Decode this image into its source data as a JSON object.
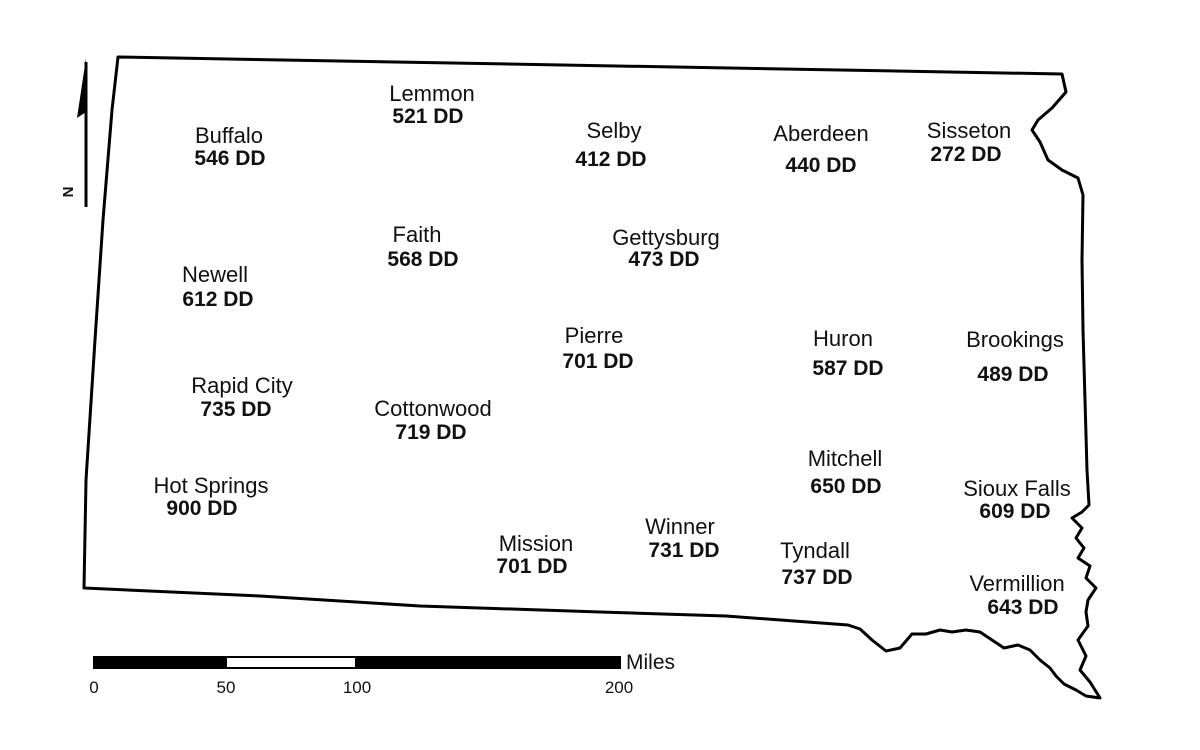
{
  "north_arrow": {
    "label": "N",
    "icon": "north-arrow-icon"
  },
  "scale_bar": {
    "ticks": [
      "0",
      "50",
      "100",
      "200"
    ],
    "unit": "Miles"
  },
  "cities": [
    {
      "id": "lemmon",
      "name": "Lemmon",
      "dd": "521 DD"
    },
    {
      "id": "buffalo",
      "name": "Buffalo",
      "dd": "546 DD"
    },
    {
      "id": "selby",
      "name": "Selby",
      "dd": "412 DD"
    },
    {
      "id": "aberdeen",
      "name": "Aberdeen",
      "dd": "440 DD"
    },
    {
      "id": "sisseton",
      "name": "Sisseton",
      "dd": "272 DD"
    },
    {
      "id": "faith",
      "name": "Faith",
      "dd": "568 DD"
    },
    {
      "id": "gettysburg",
      "name": "Gettysburg",
      "dd": "473 DD"
    },
    {
      "id": "newell",
      "name": "Newell",
      "dd": "612 DD"
    },
    {
      "id": "pierre",
      "name": "Pierre",
      "dd": "701 DD"
    },
    {
      "id": "huron",
      "name": "Huron",
      "dd": "587 DD"
    },
    {
      "id": "brookings",
      "name": "Brookings",
      "dd": "489 DD"
    },
    {
      "id": "rapid-city",
      "name": "Rapid City",
      "dd": "735 DD"
    },
    {
      "id": "cottonwood",
      "name": "Cottonwood",
      "dd": "719 DD"
    },
    {
      "id": "mitchell",
      "name": "Mitchell",
      "dd": "650 DD"
    },
    {
      "id": "hot-springs",
      "name": "Hot Springs",
      "dd": "900 DD"
    },
    {
      "id": "sioux-falls",
      "name": "Sioux Falls",
      "dd": "609 DD"
    },
    {
      "id": "mission",
      "name": "Mission",
      "dd": "701 DD"
    },
    {
      "id": "winner",
      "name": "Winner",
      "dd": "731 DD"
    },
    {
      "id": "tyndall",
      "name": "Tyndall",
      "dd": "737 DD"
    },
    {
      "id": "vermillion",
      "name": "Vermillion",
      "dd": "643 DD"
    }
  ]
}
